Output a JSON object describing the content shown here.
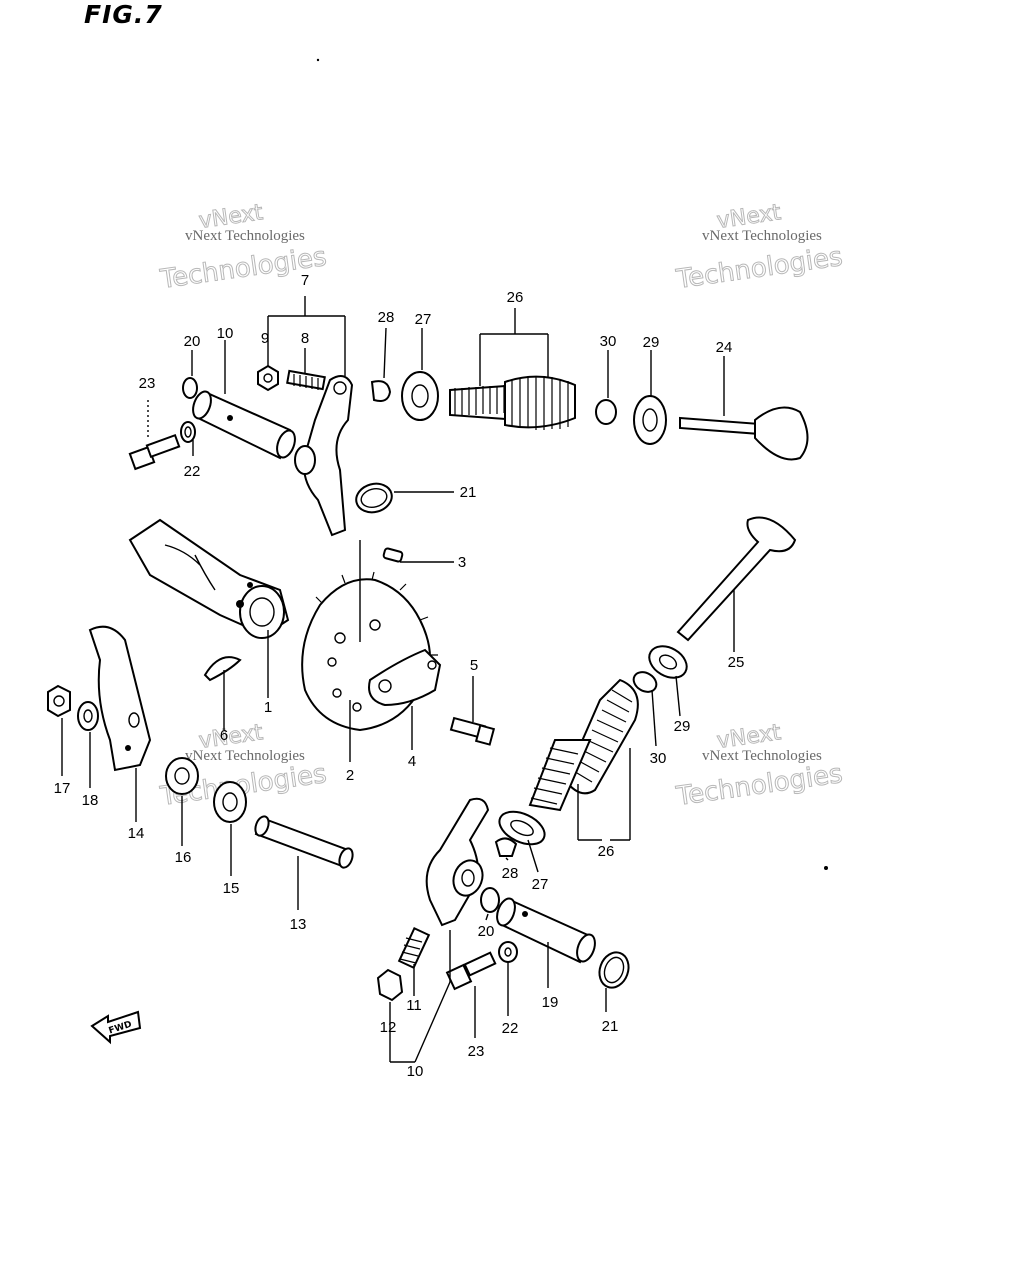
{
  "title": "FIG.7",
  "fwd_label": "FWD",
  "watermark": {
    "line1": "vNext Technologies",
    "line2a": "vNext",
    "line2b": "Technologies"
  },
  "parts": {
    "p1": "1",
    "p2": "2",
    "p3": "3",
    "p4": "4",
    "p5": "5",
    "p6": "6",
    "p7": "7",
    "p8": "8",
    "p9": "9",
    "p10": "10",
    "p11": "11",
    "p12": "12",
    "p13": "13",
    "p14": "14",
    "p15": "15",
    "p16": "16",
    "p17": "17",
    "p18": "18",
    "p19": "19",
    "p20": "20",
    "p21": "21",
    "p22": "22",
    "p23": "23",
    "p24": "24",
    "p25": "25",
    "p26": "26",
    "p27": "27",
    "p28": "28",
    "p29": "29",
    "p30": "30"
  }
}
